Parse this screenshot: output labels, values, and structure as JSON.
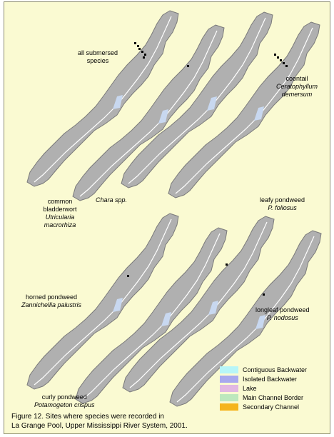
{
  "maps": [
    {
      "id": "all-submersed",
      "common": "all submersed species",
      "scientific": ""
    },
    {
      "id": "common-bladderwort",
      "common": "common bladderwort",
      "scientific": "Utricularia macrorhiza"
    },
    {
      "id": "chara",
      "common": "",
      "scientific": "Chara spp."
    },
    {
      "id": "coontail",
      "common": "coontail",
      "scientific": "Ceratophyllum demersum"
    },
    {
      "id": "leafy-pondweed",
      "common": "leafy pondweed",
      "scientific": "P. foliosus"
    },
    {
      "id": "horned-pondweed",
      "common": "horned pondweed",
      "scientific": "Zannichellia palustris"
    },
    {
      "id": "curly-pondweed",
      "common": "curly pondweed",
      "scientific": "Potamogeton crispus"
    },
    {
      "id": "longleaf-pondweed",
      "common": "longleaf pondweed",
      "scientific": "P. nodosus"
    }
  ],
  "legend": [
    {
      "label": "Contiguous Backwater",
      "color": "#b7f5f8"
    },
    {
      "label": "Isolated Backwater",
      "color": "#a8a8ee"
    },
    {
      "label": "Lake",
      "color": "#e2b8e2"
    },
    {
      "label": "Main Channel Border",
      "color": "#bde8bd"
    },
    {
      "label": "Secondary Channel",
      "color": "#f5b41c"
    }
  ],
  "caption": {
    "line1": "Figure 12.  Sites where species were recorded in",
    "line2": "La Grange Pool, Upper Mississippi River System, 2001."
  },
  "colors": {
    "background": "#fafad2",
    "river": "#b0b0b0",
    "river_outline": "#7a7a7a",
    "channel": "#ffffff",
    "site_marks": "#000000"
  }
}
